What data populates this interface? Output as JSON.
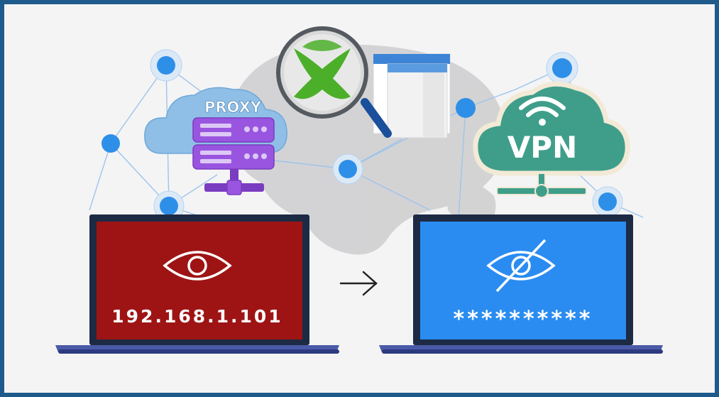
{
  "proxy": {
    "label": "PROXY"
  },
  "vpn": {
    "label": "VPN"
  },
  "screens": {
    "left": {
      "text": "192.168.1.101"
    },
    "right": {
      "text": "**********"
    }
  },
  "icons": {
    "magnifier": "xbox-logo-magnifier-icon",
    "exposed": "eye-icon",
    "hidden": "eye-slash-icon",
    "flow": "arrow-right-icon",
    "wifi": "wifi-icon"
  },
  "colors": {
    "frame": "#1f5a8c",
    "node": "#2e8fe8",
    "proxy_cloud": "#8fbfe6",
    "proxy_server": "#9a55e0",
    "vpn_cloud": "#3f9e8a",
    "screen_exposed": "#9e1414",
    "screen_hidden": "#2a8cf0",
    "xbox_green": "#4caf2a"
  }
}
